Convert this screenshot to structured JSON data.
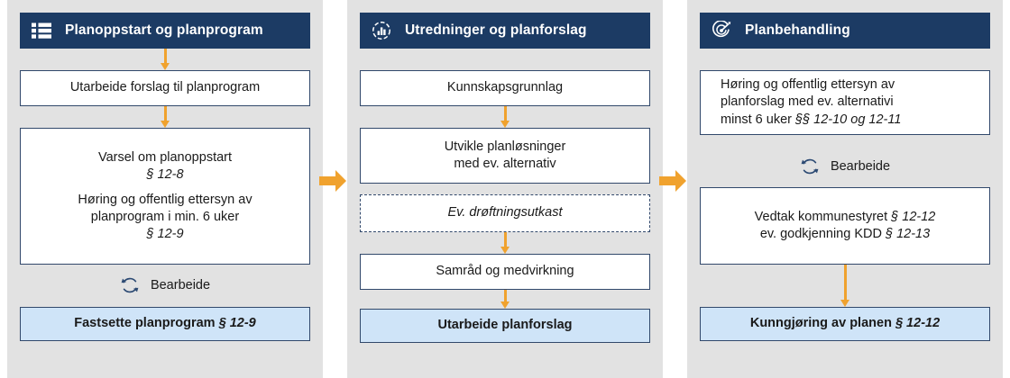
{
  "diagram": {
    "title": "Planprosess - flytdiagram",
    "colors": {
      "panel_bg": "#e2e2e2",
      "header_bg": "#1c3b64",
      "box_border": "#31486b",
      "box_fill": "#ffffff",
      "highlight_fill": "#cfe4f8",
      "arrow": "#f0a22e",
      "text": "#1a1a1a"
    },
    "connector_arrows": [
      {
        "name": "arrow-col1-to-col2",
        "direction": "right"
      },
      {
        "name": "arrow-col2-to-col3",
        "direction": "right"
      }
    ],
    "columns": [
      {
        "id": "planoppstart",
        "header": {
          "label": "Planoppstart og planprogram",
          "icon": "list-icon"
        },
        "nodes": [
          {
            "id": "utarbeide-forslag",
            "lines": [
              "Utarbeide forslag til planprogram"
            ],
            "style": "plain"
          },
          {
            "id": "varsel-planoppstart",
            "lines": [
              "Varsel om planoppstart",
              "§ 12-8",
              "",
              "Høring og offentlig ettersyn av",
              "planprogram i min. 6 uker",
              "§ 12-9"
            ],
            "italic_lines": [
              1,
              5
            ],
            "style": "plain"
          },
          {
            "id": "fastsette-planprogram",
            "lines": [
              "Fastsette planprogram § 12-9"
            ],
            "style": "highlight",
            "bold_prefix": "Fastsette planprogram",
            "italic_suffix": "§ 12-9"
          }
        ],
        "bearbeide": {
          "label": "Bearbeide",
          "icon": "refresh-cycle-icon"
        }
      },
      {
        "id": "utredninger",
        "header": {
          "label": "Utredninger og planforslag",
          "icon": "bar-chart-circle-icon"
        },
        "nodes": [
          {
            "id": "kunnskapsgrunnlag",
            "lines": [
              "Kunnskapsgrunnlag"
            ],
            "style": "plain"
          },
          {
            "id": "utvikle-planlosninger",
            "lines": [
              "Utvikle planløsninger",
              "med ev. alternativ"
            ],
            "style": "plain"
          },
          {
            "id": "ev-droftningsutkast",
            "lines": [
              "Ev. drøftningsutkast"
            ],
            "style": "dashed-italic"
          },
          {
            "id": "samrad-og-medvirkning",
            "lines": [
              "Samråd og medvirkning"
            ],
            "style": "plain"
          },
          {
            "id": "utarbeide-planforslag",
            "lines": [
              "Utarbeide planforslag"
            ],
            "style": "highlight",
            "bold_prefix": "Utarbeide planforslag",
            "italic_suffix": ""
          }
        ],
        "bearbeide": null
      },
      {
        "id": "planbehandling",
        "header": {
          "label": "Planbehandling",
          "icon": "target-dart-icon"
        },
        "nodes": [
          {
            "id": "horing-offentlig-ettersyn",
            "lines": [
              "Høring og offentlig ettersyn av",
              "planforslag med ev. alternativi",
              "minst 6 uker §§ 12-10 og 12-11"
            ],
            "italic_tail": "§§ 12-10 og 12-11",
            "style": "plain"
          },
          {
            "id": "vedtak-kommunestyret",
            "lines": [
              "Vedtak kommunestyret § 12-12",
              "ev. godkjenning KDD § 12-13"
            ],
            "style": "plain"
          },
          {
            "id": "kunngjoring-av-planen",
            "lines": [
              "Kunngjøring av planen § 12-12"
            ],
            "style": "highlight",
            "bold_prefix": "Kunngjøring av planen",
            "italic_suffix": "§ 12-12"
          }
        ],
        "bearbeide": {
          "label": "Bearbeide",
          "icon": "refresh-cycle-icon"
        }
      }
    ]
  }
}
